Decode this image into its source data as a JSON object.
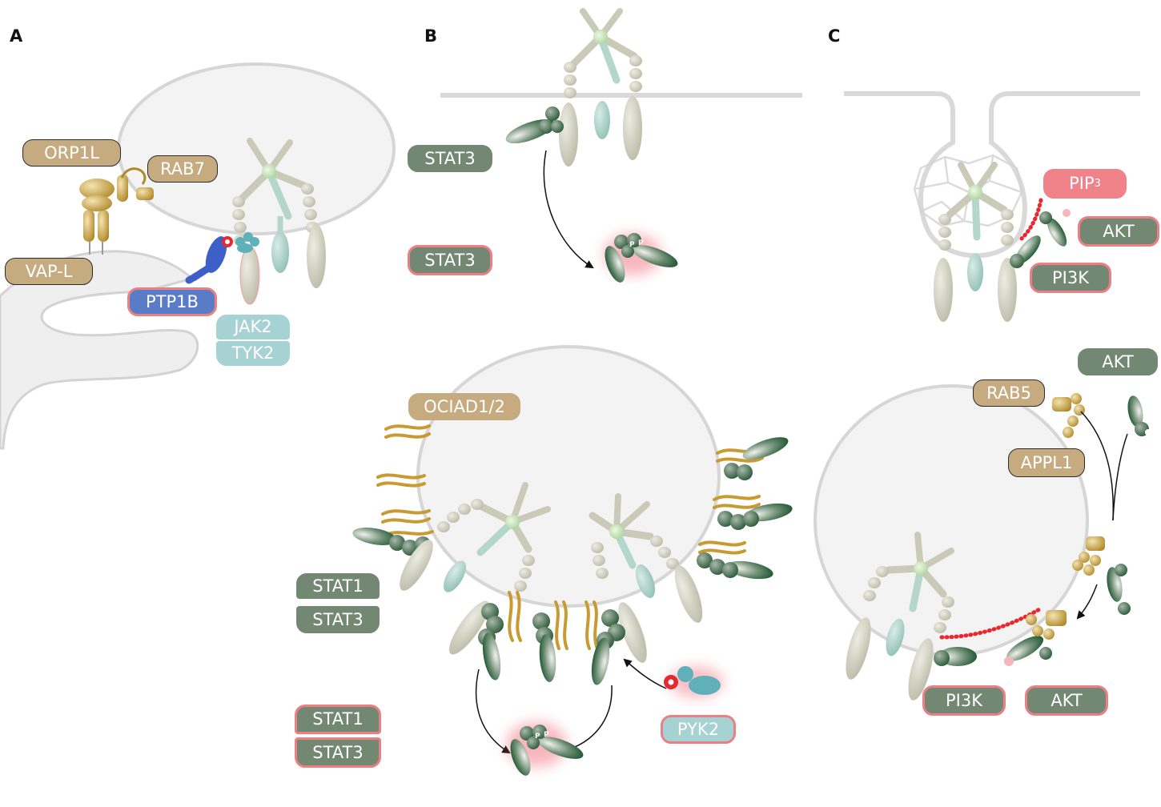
{
  "panels": {
    "a": "A",
    "b": "B",
    "c": "C"
  },
  "labels": {
    "orp1l": "ORP1L",
    "rab7": "RAB7",
    "vapl": "VAP-L",
    "ptp1b": "PTP1B",
    "jak2": "JAK2",
    "tyk2": "TYK2",
    "stat3_b_inactive": "STAT3",
    "stat3_b_active": "STAT3",
    "ociad": "OCIAD1/2",
    "stat1_inactive": "STAT1",
    "stat3_inactive": "STAT3",
    "stat1_active": "STAT1",
    "stat3_active": "STAT3",
    "pyk2": "PYK2",
    "pip3_main": "PIP",
    "pip3_sub": "3",
    "akt_c1": "AKT",
    "pi3k_c1": "PI3K",
    "akt_c2_top": "AKT",
    "rab5": "RAB5",
    "appl1": "APPL1",
    "pi3k_c2": "PI3K",
    "akt_c2_active": "AKT"
  },
  "colors": {
    "membrane": "#d9d9d9",
    "organelle_fill": "#f3f3f3",
    "receptor": "#cfd0bf",
    "receptor_teal": "#b4d6cb",
    "stat_green": "#1f5a2e",
    "gold": "#c89b32",
    "active_glow": "#f06070",
    "ptp1b_blue": "#3d5fc8",
    "pyk2_teal": "#5fb0b8",
    "pip3_red": "#e8282e"
  }
}
